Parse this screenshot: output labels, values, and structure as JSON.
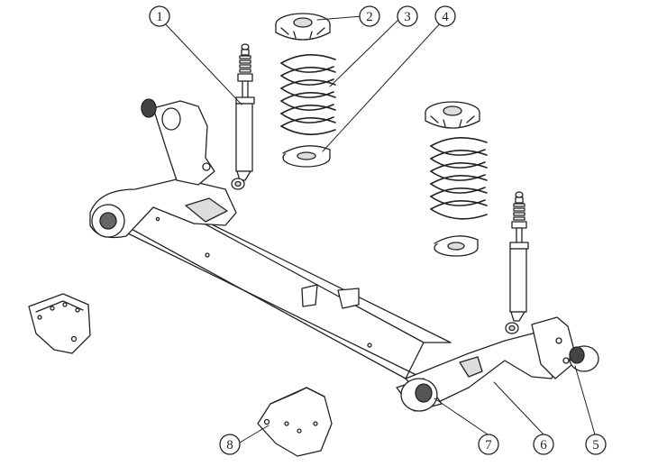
{
  "diagram": {
    "callouts": [
      {
        "id": "1",
        "label": "1"
      },
      {
        "id": "2",
        "label": "2"
      },
      {
        "id": "3",
        "label": "3"
      },
      {
        "id": "4",
        "label": "4"
      },
      {
        "id": "5",
        "label": "5"
      },
      {
        "id": "6",
        "label": "6"
      },
      {
        "id": "7",
        "label": "7"
      },
      {
        "id": "8",
        "label": "8"
      }
    ],
    "colors": {
      "ink": "#222222",
      "fill": "#ffffff",
      "shade": "#dcdcdc"
    }
  }
}
